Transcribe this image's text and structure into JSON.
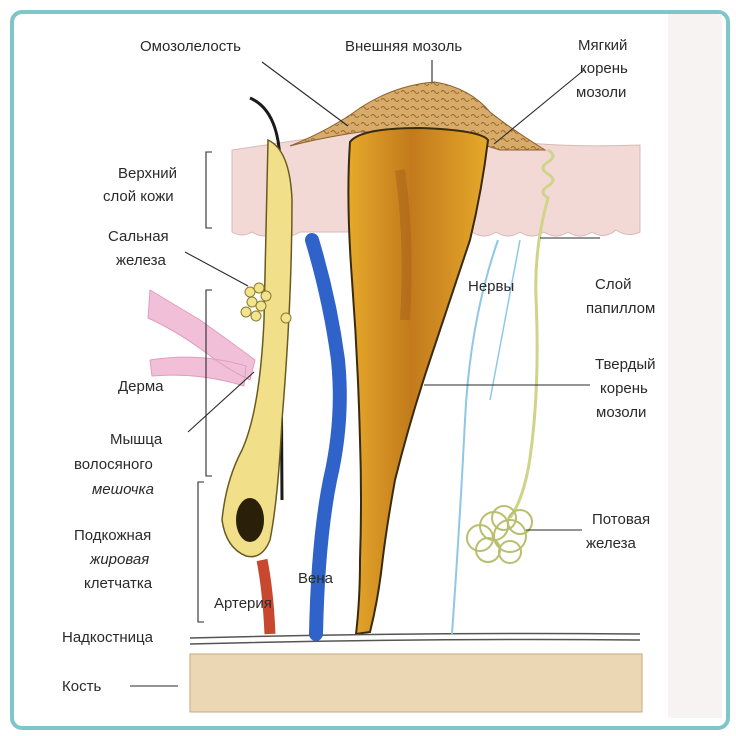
{
  "labels": {
    "omozolelost": "Омозолелость",
    "vneshnyaya_mozol": "Внешняя мозоль",
    "myagkiy_koren": [
      "Мягкий",
      "корень",
      "мозоли"
    ],
    "verkhniy_sloy": [
      "Верхний",
      "слой кожи"
    ],
    "salnaya_zheleza": [
      "Сальная",
      "железа"
    ],
    "nervy": "Нервы",
    "sloy_papillom": [
      "Слой",
      "папиллом"
    ],
    "derma": "Дерма",
    "tverdyy_koren": [
      "Твердый",
      "корень",
      "мозоли"
    ],
    "myshtsa": [
      "Мышца",
      "волосяного",
      "мешочка"
    ],
    "podkozhnaya": [
      "Подкожная",
      "жировая",
      "клетчатка"
    ],
    "potovaya_zheleza": [
      "Потовая",
      "железа"
    ],
    "vena": "Вена",
    "arteriya": "Артерия",
    "nadkostnitsa": "Надкостница",
    "kost": "Кость"
  },
  "colors": {
    "frame": "#7fc6c9",
    "skin_layer": "#f2d9d6",
    "callus_core": "#e0a025",
    "callus_dark": "#b9731a",
    "callus_surface": "#c99a55",
    "vein": "#2f63c9",
    "artery": "#c8472f",
    "hair_follicle": "#f1df8a",
    "muscle": "#f1c0d8",
    "bone": "#ecd7b5",
    "nerve": "#8fc7e6",
    "sweat_gland": "#e4e7a8"
  }
}
